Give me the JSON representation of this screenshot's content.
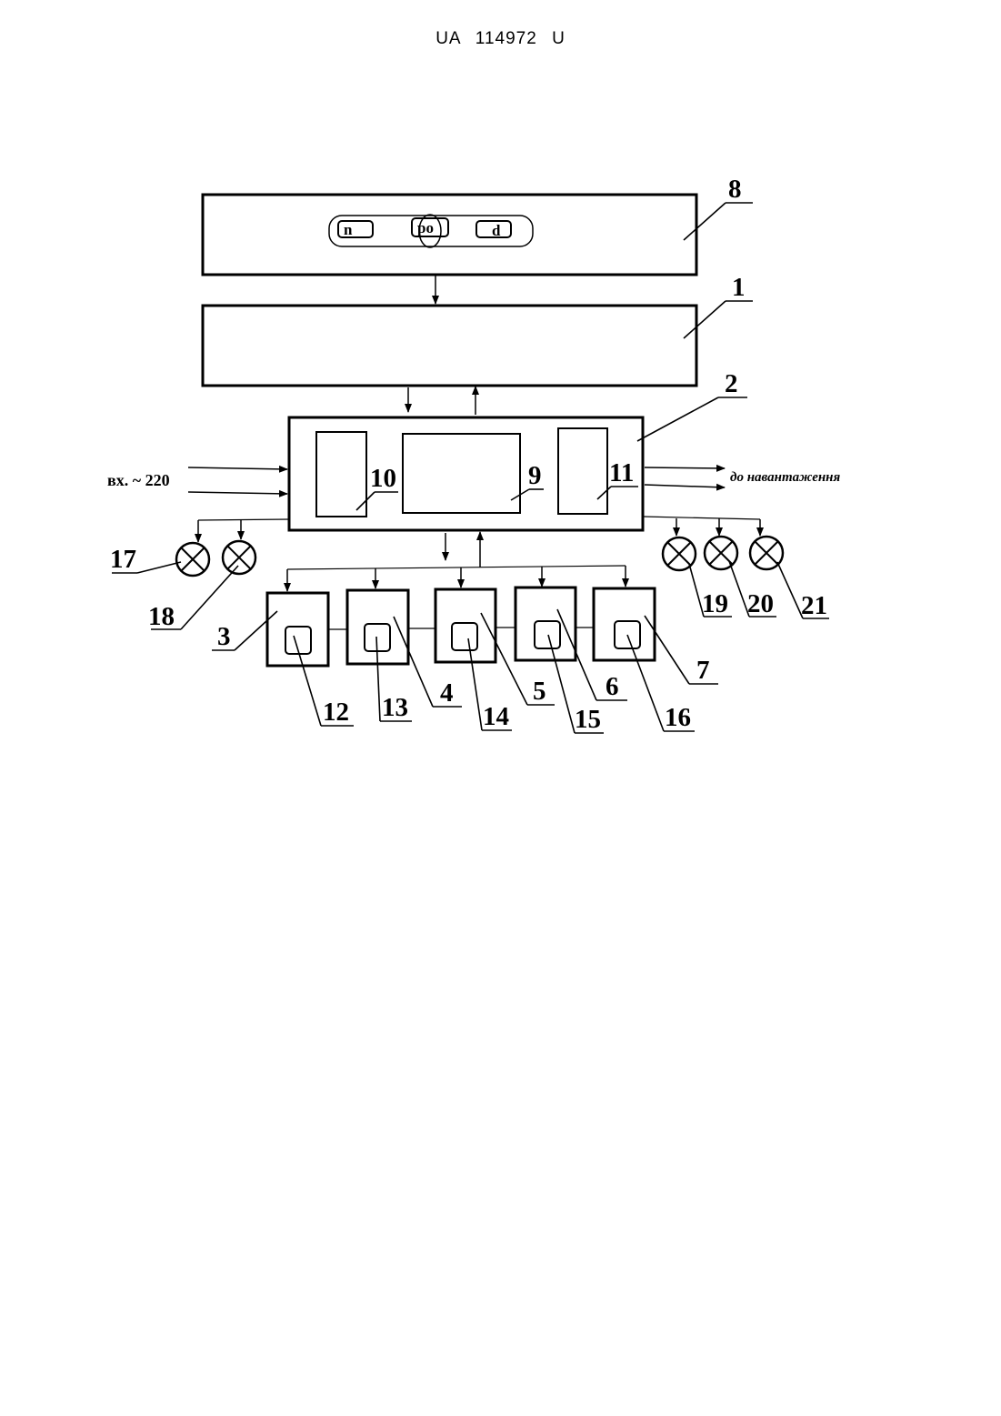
{
  "header": {
    "doc_id": "UA   114972   U"
  },
  "diagram": {
    "blocks": {
      "b8": "8",
      "b1": "1",
      "b2": "2",
      "b3": "3",
      "b4": "4",
      "b5": "5",
      "b6": "6",
      "b7": "7",
      "b9": "9",
      "b10": "10",
      "b11": "11"
    },
    "inner": {
      "b12": "12",
      "b13": "13",
      "b14": "14",
      "b15": "15",
      "b16": "16"
    },
    "lamps": {
      "l17": "17",
      "l18": "18",
      "l19": "19",
      "l20": "20",
      "l21": "21"
    },
    "selector": {
      "n": "n",
      "po": "po",
      "d": "d"
    },
    "input_label": "вх. ~ 220",
    "output_label": "до навантаження"
  }
}
